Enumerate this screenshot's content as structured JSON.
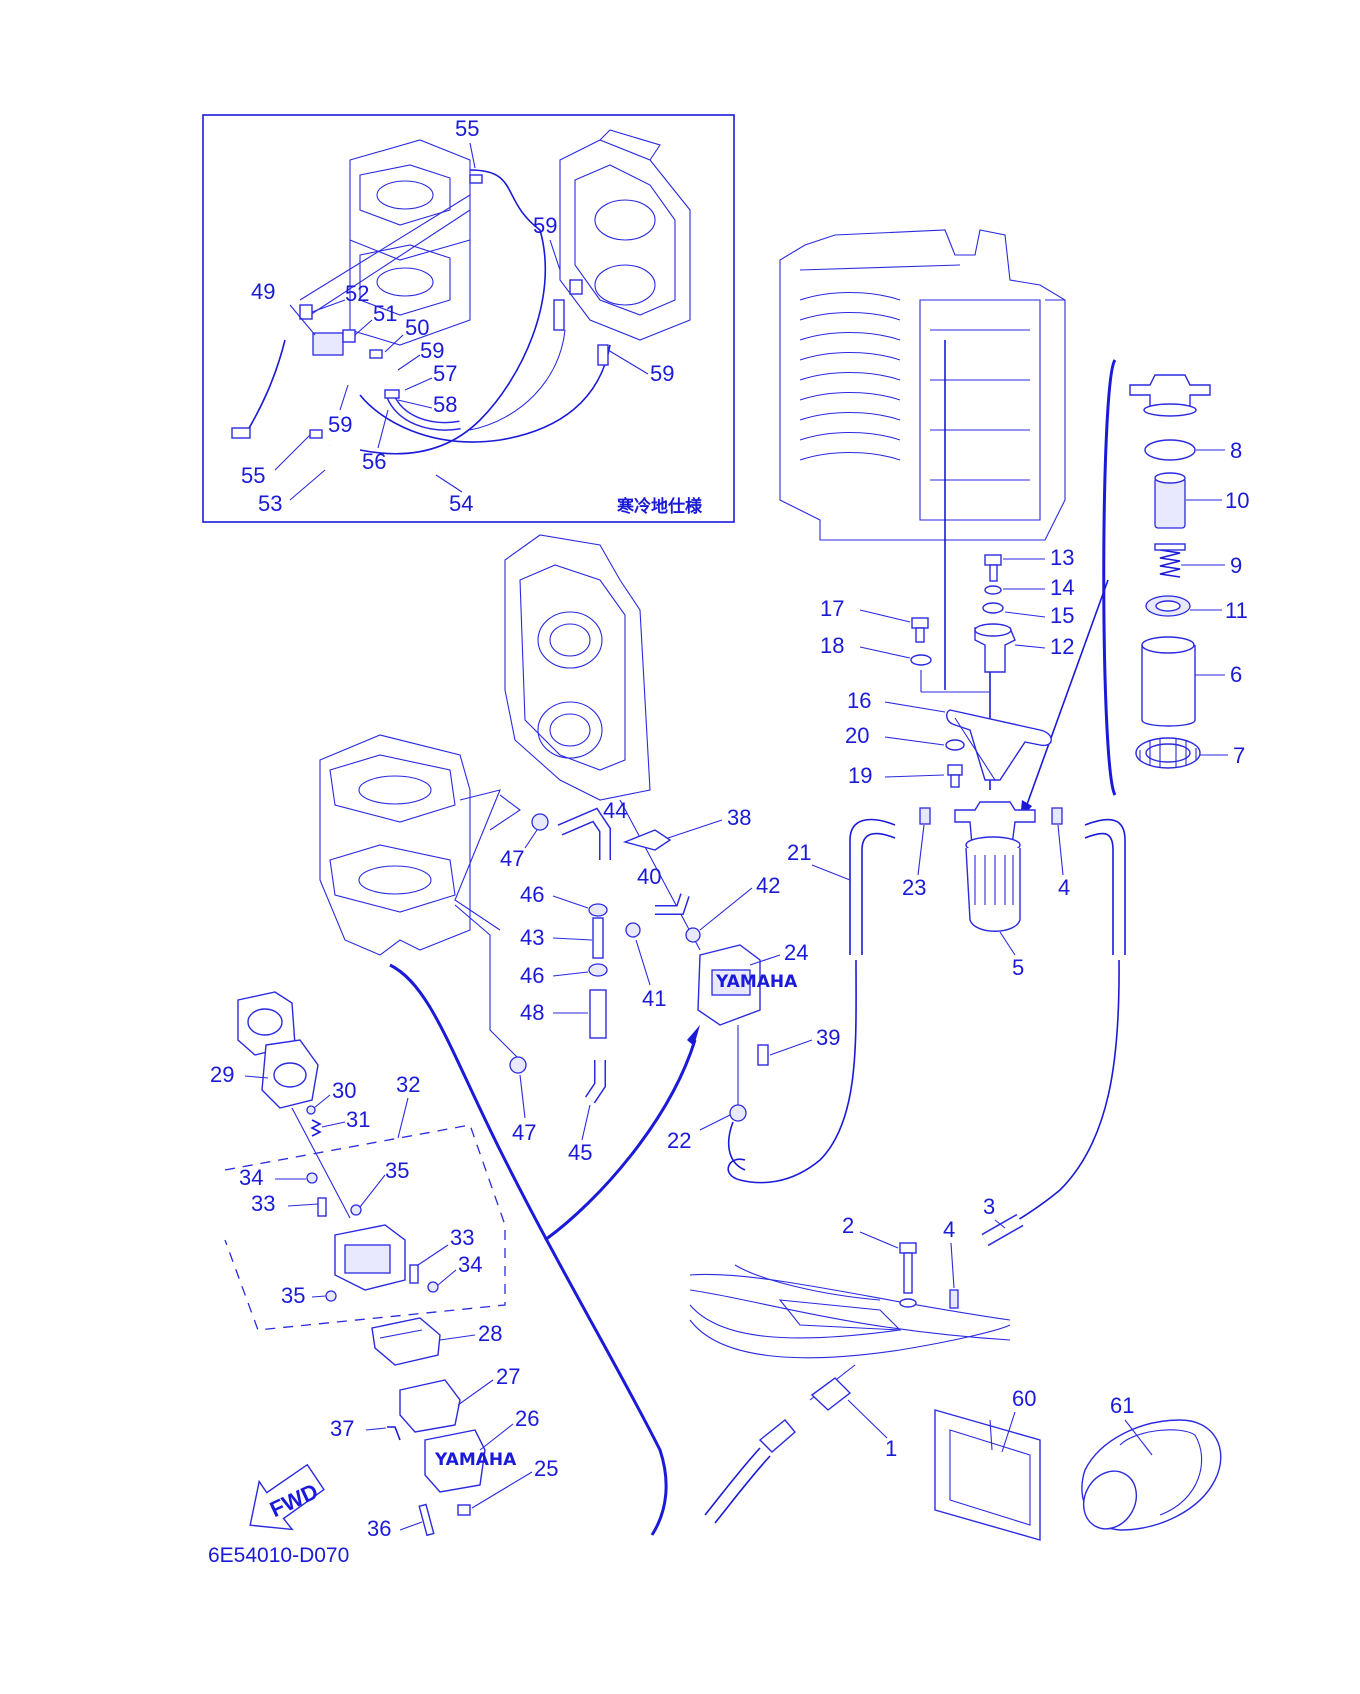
{
  "inset": {
    "title": "寒冷地仕様"
  },
  "drawing_code": "6E54010-D070",
  "fwd_label": "FWD",
  "logo_text": "YAMAHA",
  "callouts": {
    "c1": "1",
    "c2": "2",
    "c3": "3",
    "c4a": "4",
    "c4b": "4",
    "c5": "5",
    "c6": "6",
    "c7": "7",
    "c8": "8",
    "c9": "9",
    "c10": "10",
    "c11": "11",
    "c12": "12",
    "c13": "13",
    "c14": "14",
    "c15": "15",
    "c16": "16",
    "c17": "17",
    "c18": "18",
    "c19": "19",
    "c20": "20",
    "c21": "21",
    "c22": "22",
    "c23": "23",
    "c24": "24",
    "c25": "25",
    "c26": "26",
    "c27": "27",
    "c28": "28",
    "c29": "29",
    "c30": "30",
    "c31": "31",
    "c32": "32",
    "c33a": "33",
    "c33b": "33",
    "c34a": "34",
    "c34b": "34",
    "c35a": "35",
    "c35b": "35",
    "c36": "36",
    "c37": "37",
    "c38": "38",
    "c39": "39",
    "c40": "40",
    "c41": "41",
    "c42": "42",
    "c43": "43",
    "c44": "44",
    "c45": "45",
    "c46a": "46",
    "c46b": "46",
    "c47a": "47",
    "c47b": "47",
    "c48": "48",
    "c49": "49",
    "c50": "50",
    "c51": "51",
    "c52": "52",
    "c53": "53",
    "c54": "54",
    "c55a": "55",
    "c55b": "55",
    "c56": "56",
    "c57": "57",
    "c58": "58",
    "c59a": "59",
    "c59b": "59",
    "c59c": "59",
    "c59d": "59",
    "c60": "60",
    "c61": "61"
  },
  "colors": {
    "line": "#1a1ad8",
    "background": "#ffffff"
  }
}
